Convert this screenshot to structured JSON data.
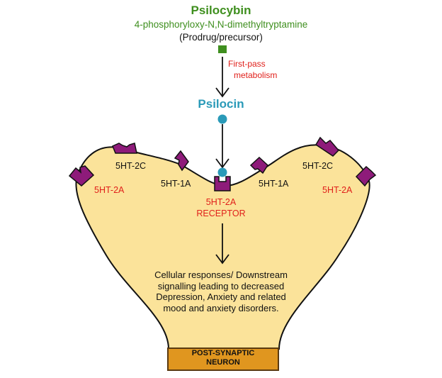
{
  "title": "Psilocybin",
  "chemical_name": "4-phosphoryloxy-N,N-dimethyltryptamine",
  "prodrug_note": "(Prodrug/precursor)",
  "metabolism_label": [
    "First-pass",
    "metabolism"
  ],
  "active_metabolite": "Psilocin",
  "receptor_labels": {
    "left_2c": "5HT-2C",
    "left_2a": "5HT-2A",
    "left_1a": "5HT-1A",
    "right_1a": "5HT-1A",
    "right_2c": "5HT-2C",
    "right_2a": "5HT-2A"
  },
  "target_receptor": [
    "5HT-2A",
    "RECEPTOR"
  ],
  "response_text": "Cellular responses/ Downstream signalling leading to decreased Depression, Anxiety and related mood and anxiety disorders.",
  "neuron_label": [
    "POST-SYNAPTIC",
    "NEURON"
  ],
  "colors": {
    "psilocybin_green": "#3f8f1f",
    "psilocin_teal": "#2a9ab8",
    "receptor_purple": "#8e1b7a",
    "label_red": "#e0201b",
    "neuron_fill": "#fbe39a",
    "neuron_base": "#e0961f"
  }
}
